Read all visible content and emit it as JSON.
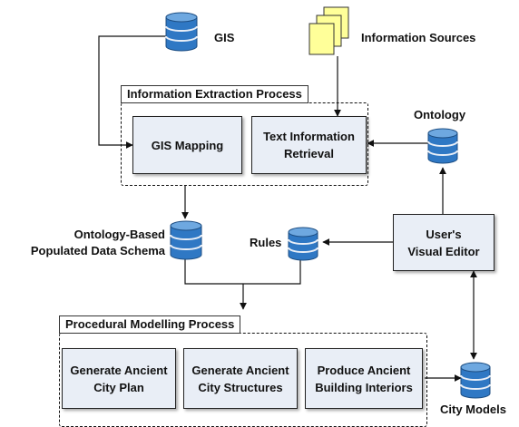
{
  "diagram": {
    "processes": {
      "extraction": {
        "title": "Information Extraction Process",
        "gis_mapping": "GIS Mapping",
        "text_retrieval": [
          "Text Information",
          "Retrieval"
        ]
      },
      "modelling": {
        "title": "Procedural Modelling Process",
        "plan": [
          "Generate Ancient",
          "City Plan"
        ],
        "structures": [
          "Generate Ancient",
          "City Structures"
        ],
        "interiors": [
          "Produce Ancient",
          "Building Interiors"
        ]
      }
    },
    "editor": [
      "User's",
      "Visual Editor"
    ],
    "stores": {
      "gis": "GIS",
      "information_sources": "Information Sources",
      "ontology": "Ontology",
      "schema": [
        "Ontology-Based",
        "Populated Data Schema"
      ],
      "rules": "Rules",
      "city_models": "City Models"
    },
    "colors": {
      "database_fill": "#2f78c4",
      "database_band": "#e8eef7",
      "document_fill": "#ffff99",
      "box_fill": "#e9eef6",
      "line": "#111111"
    },
    "icons": {
      "database": "database-icon",
      "documents": "document-stack-icon"
    }
  }
}
